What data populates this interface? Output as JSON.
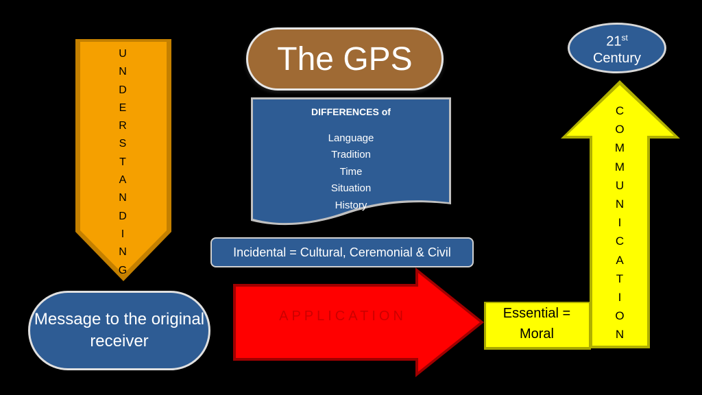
{
  "title": "The GPS",
  "century": {
    "number": "21",
    "suffix": "st",
    "word": "Century"
  },
  "differences": {
    "heading": "DIFFERENCES of",
    "items": [
      "Language",
      "Tradition",
      "Time",
      "Situation",
      "History"
    ]
  },
  "incidental": "Incidental = Cultural, Ceremonial & Civil",
  "message": "Message to the original receiver",
  "understanding_letters": [
    "U",
    "N",
    "D",
    "E",
    "R",
    "S",
    "T",
    "A",
    "N",
    "D",
    "I",
    "N",
    "G"
  ],
  "communication_letters": [
    "C",
    "O",
    "M",
    "M",
    "U",
    "N",
    "I",
    "C",
    "A",
    "T",
    "I",
    "O",
    "N"
  ],
  "application": "APPLICATION",
  "essential": "Essential = Moral",
  "colors": {
    "background": "#000000",
    "title_fill": "#9f6a34",
    "blue_fill": "#2e5c94",
    "understanding_fill": "#f5a000",
    "application_fill": "#ff0000",
    "application_text": "#cc0000",
    "communication_fill": "#ffff00",
    "essential_fill": "#ffff00"
  }
}
